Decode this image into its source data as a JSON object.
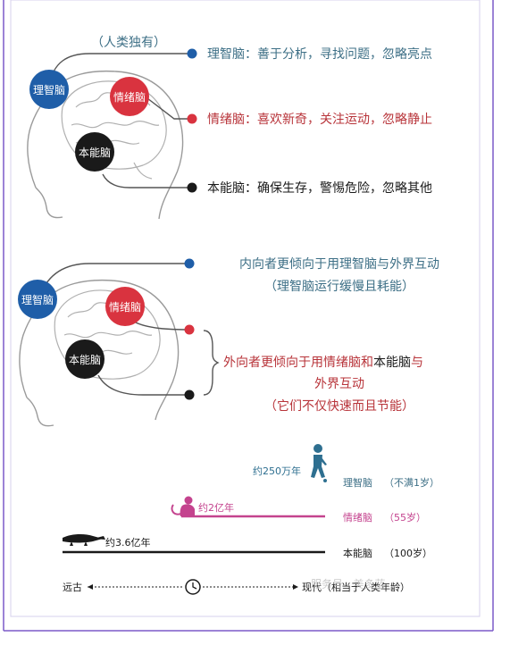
{
  "section1": {
    "unique_note": "（人类独有）",
    "node_rational": "理智脑",
    "node_emotional": "情绪脑",
    "node_instinct": "本能脑",
    "desc_rational": "理智脑：善于分析，寻找问题，忽略亮点",
    "desc_emotional": "情绪脑：喜欢新奇，关注运动，忽略静止",
    "desc_instinct": "本能脑：确保生存，警惕危险，忽略其他"
  },
  "section2": {
    "node_rational": "理智脑",
    "node_emotional": "情绪脑",
    "node_instinct": "本能脑",
    "introvert_line1": "内向者更倾向于用理智脑与外界互动",
    "introvert_line2": "（理智脑运行缓慢且耗能）",
    "extrovert_line1_a": "外向者更倾向于用情绪脑和",
    "extrovert_line1_b": "本能脑",
    "extrovert_line1_c": "与",
    "extrovert_line2": "外界互动",
    "extrovert_line3": "（它们不仅快速而且节能）"
  },
  "timeline": {
    "human_age": "约250万年",
    "monkey_age": "约2亿年",
    "croc_age": "约3.6亿年",
    "row1_label": "理智脑",
    "row1_note": "（不满1岁）",
    "row2_label": "情绪脑",
    "row2_note": "（55岁）",
    "row3_label": "本能脑",
    "row3_note": "（100岁）",
    "far_past": "远古",
    "now": "现代（相当于人类年龄）",
    "watermark": "服务号 · 美多蓝"
  },
  "colors": {
    "blue": "#1f5ea8",
    "red": "#d9333f",
    "black": "#1a1a1a",
    "teal_text": "#3d6f86",
    "red_text": "#b8343a",
    "magenta_bar": "#c4438e",
    "frame_border": "#7b5ac8"
  },
  "icons": [
    "brain-icon",
    "human-silhouette-icon",
    "monkey-icon",
    "crocodile-icon",
    "clock-icon"
  ]
}
